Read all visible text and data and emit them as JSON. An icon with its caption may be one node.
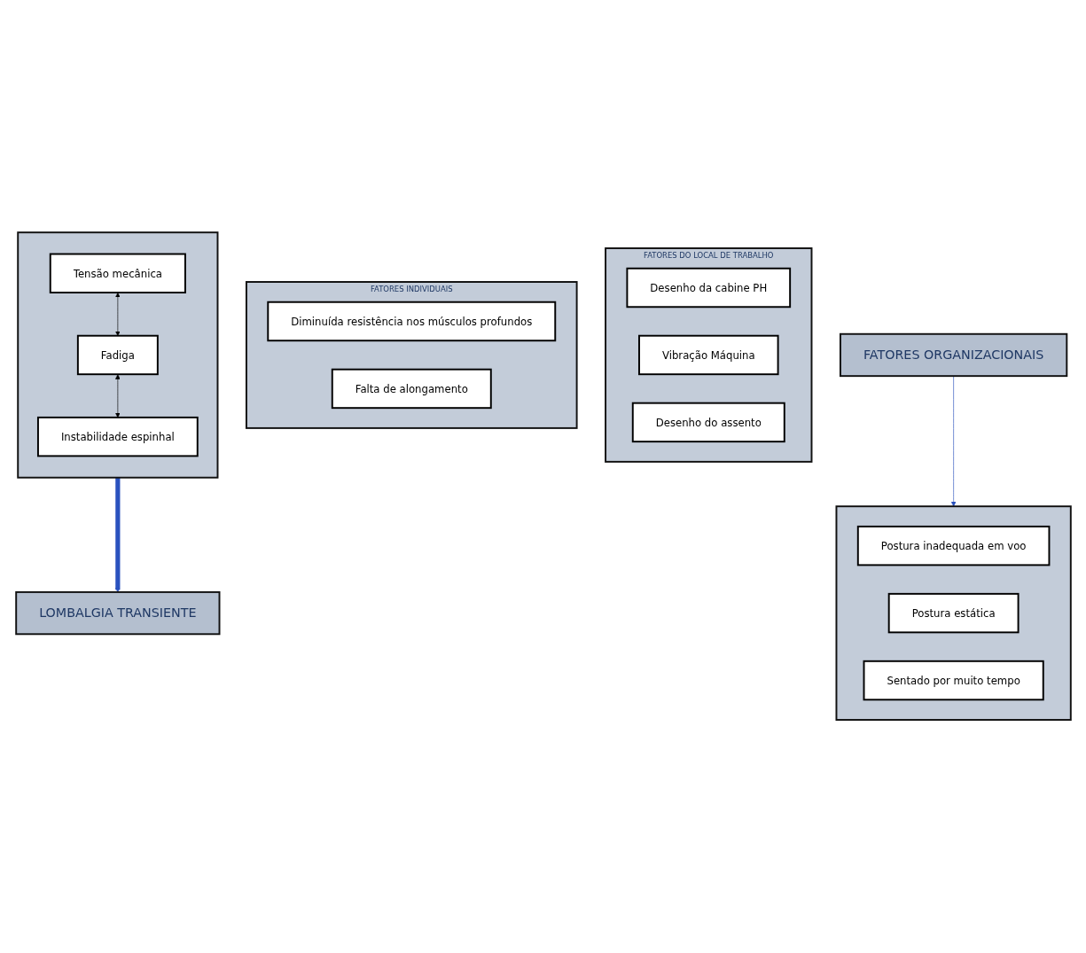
{
  "diagram": {
    "nodes": [
      {
        "text": [
          "FATORES DO LOCAL DE TRABALHO"
        ]
      },
      {
        "text": [
          "Desenho da cabine PH"
        ],
        "in": 0
      },
      {
        "text": [
          "Vibração Máquina"
        ],
        "in": 0
      },
      {
        "text": [
          "Desenho do assento"
        ],
        "in": 0
      },
      {
        "text": [],
        "shape": "box"
      },
      {
        "text": [
          "Postura inadequada em voo"
        ],
        "in": 4
      },
      {
        "text": [
          "Postura estática"
        ],
        "in": 4
      },
      {
        "text": [
          "Sentado por muito tempo"
        ],
        "in": 4
      },
      {
        "text": [
          "FATORES INDIVIDUAIS"
        ]
      },
      {
        "text": [
          "Diminuída resistência nos músculos profundos"
        ],
        "in": 8
      },
      {
        "text": [
          "Falta de alongamento"
        ],
        "in": 8
      },
      {
        "text": [
          "FATORES ORGANIZACIONAIS"
        ]
      },
      {
        "text": [],
        "shape": "box"
      },
      {
        "text": [
          "Tensão mecânica"
        ],
        "in": 12
      },
      {
        "text": [
          "Fadiga"
        ],
        "in": 12
      },
      {
        "text": [
          "Instabilidade espinhal"
        ],
        "in": 12
      },
      {
        "text": [
          "LOMBALGIA TRANSIENTE"
        ]
      }
    ],
    "edges": [
      {
        "from": 11,
        "to": 4,
        "arrow": "to",
        "color": "#2a52be"
      },
      {
        "from": 13,
        "to": 14,
        "arrow": "both",
        "color": "#000000"
      },
      {
        "from": 14,
        "to": 15,
        "arrow": "both",
        "color": "#000000"
      },
      {
        "from": 12,
        "to": 16,
        "arrow": "to",
        "style": "thick",
        "color": "#2a52be"
      }
    ]
  }
}
